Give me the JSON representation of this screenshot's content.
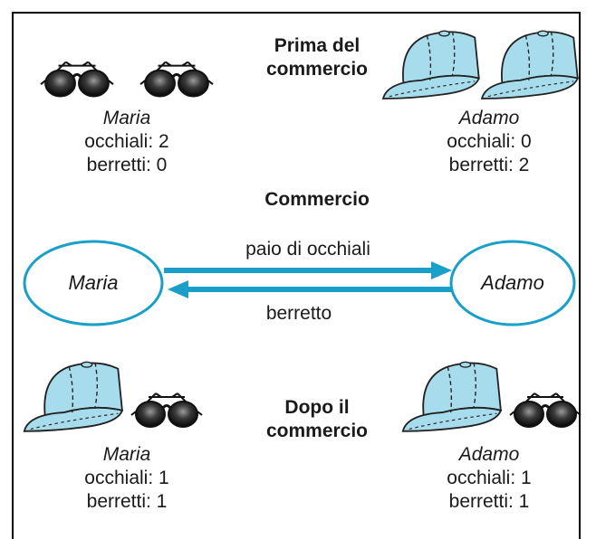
{
  "sections": {
    "before_title": "Prima del\ncommercio",
    "trade_title": "Commercio",
    "after_title": "Dopo il\ncommercio"
  },
  "before": {
    "maria": {
      "name": "Maria",
      "glasses": "occhiali: 2",
      "caps": "berretti: 0"
    },
    "adamo": {
      "name": "Adamo",
      "glasses": "occhiali: 0",
      "caps": "berretti: 2"
    }
  },
  "trade": {
    "left_party": "Maria",
    "right_party": "Adamo",
    "arrow_right_label": "paio di occhiali",
    "arrow_left_label": "berretto"
  },
  "after": {
    "maria": {
      "name": "Maria",
      "glasses": "occhiali: 1",
      "caps": "berretti: 1"
    },
    "adamo": {
      "name": "Adamo",
      "glasses": "occhiali: 1",
      "caps": "berretti: 1"
    }
  },
  "colors": {
    "accent": "#1aa0c8",
    "cap_fill": "#a6dcec",
    "lens_dark": "#111111"
  },
  "icons": [
    "sunglasses-icon",
    "baseball-cap-icon"
  ]
}
